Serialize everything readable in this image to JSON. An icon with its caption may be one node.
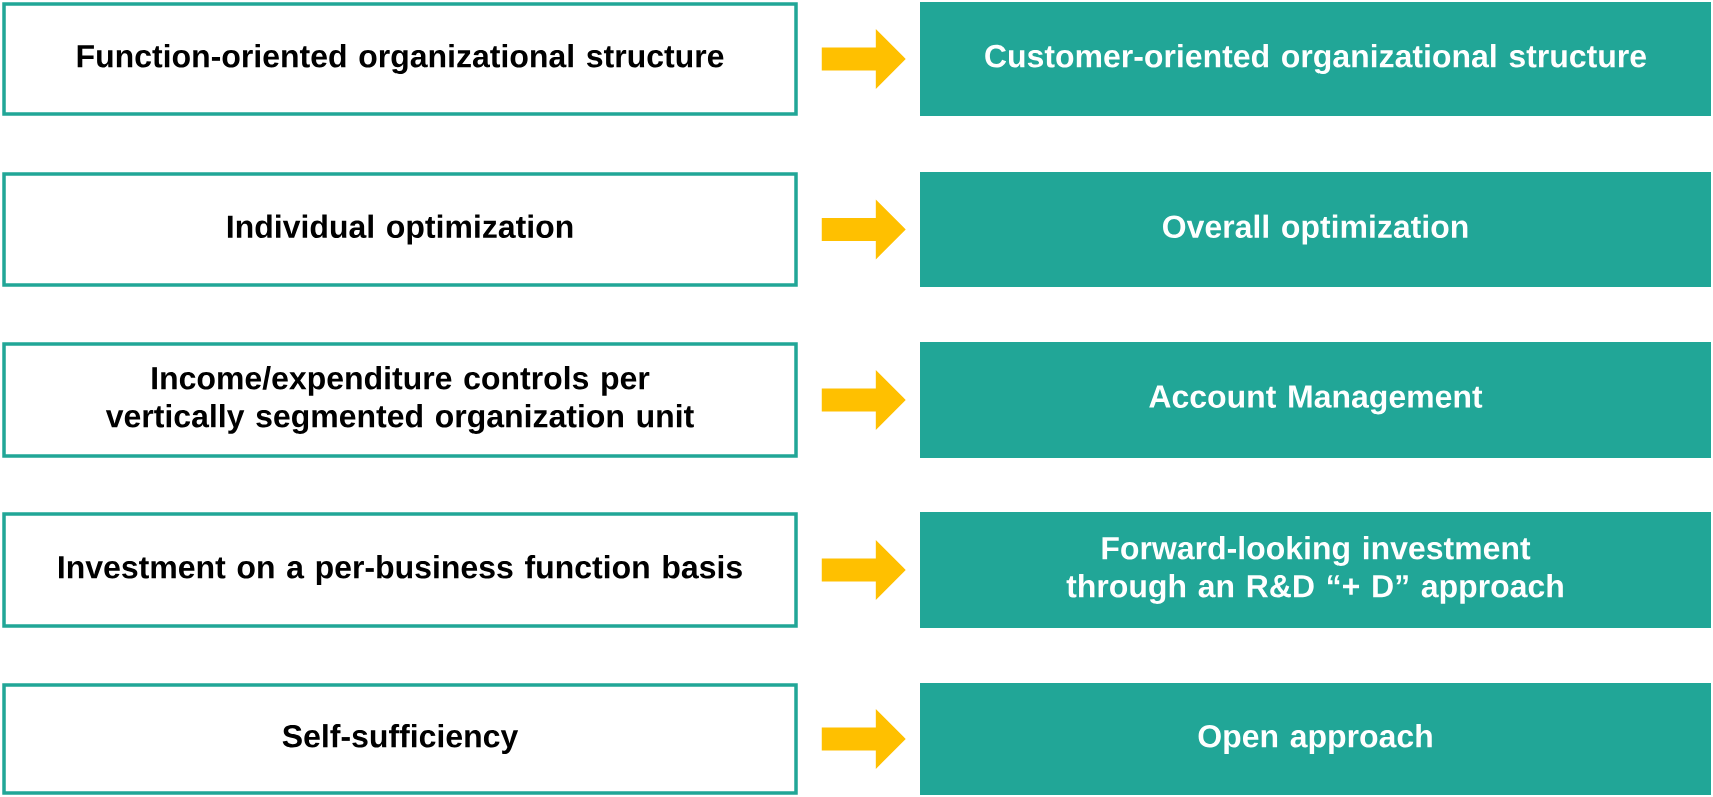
{
  "diagram": {
    "nodes": [
      {
        "text": [
          "Function-oriented organizational structure"
        ]
      },
      {
        "text": [
          "Customer-oriented organizational structure"
        ]
      },
      {
        "text": [
          "Individual optimization"
        ]
      },
      {
        "text": [
          "Overall optimization"
        ]
      },
      {
        "text": [
          "Income/expenditure controls per vertically segmented organization unit"
        ]
      },
      {
        "text": [
          "Account Management"
        ]
      },
      {
        "text": [
          "Investment on a per-business function basis"
        ]
      },
      {
        "text": [
          "Forward-looking investment through an R&D “+ D” approach"
        ]
      },
      {
        "text": [
          "Self-sufficiency"
        ]
      },
      {
        "text": [
          "Open approach"
        ]
      }
    ],
    "edges": [
      {
        "from": 0,
        "to": 1,
        "arrow": "to"
      },
      {
        "from": 2,
        "to": 3,
        "arrow": "to"
      },
      {
        "from": 4,
        "to": 5,
        "arrow": "to"
      },
      {
        "from": 6,
        "to": 7,
        "arrow": "to"
      },
      {
        "from": 8,
        "to": 9,
        "arrow": "to"
      }
    ]
  }
}
